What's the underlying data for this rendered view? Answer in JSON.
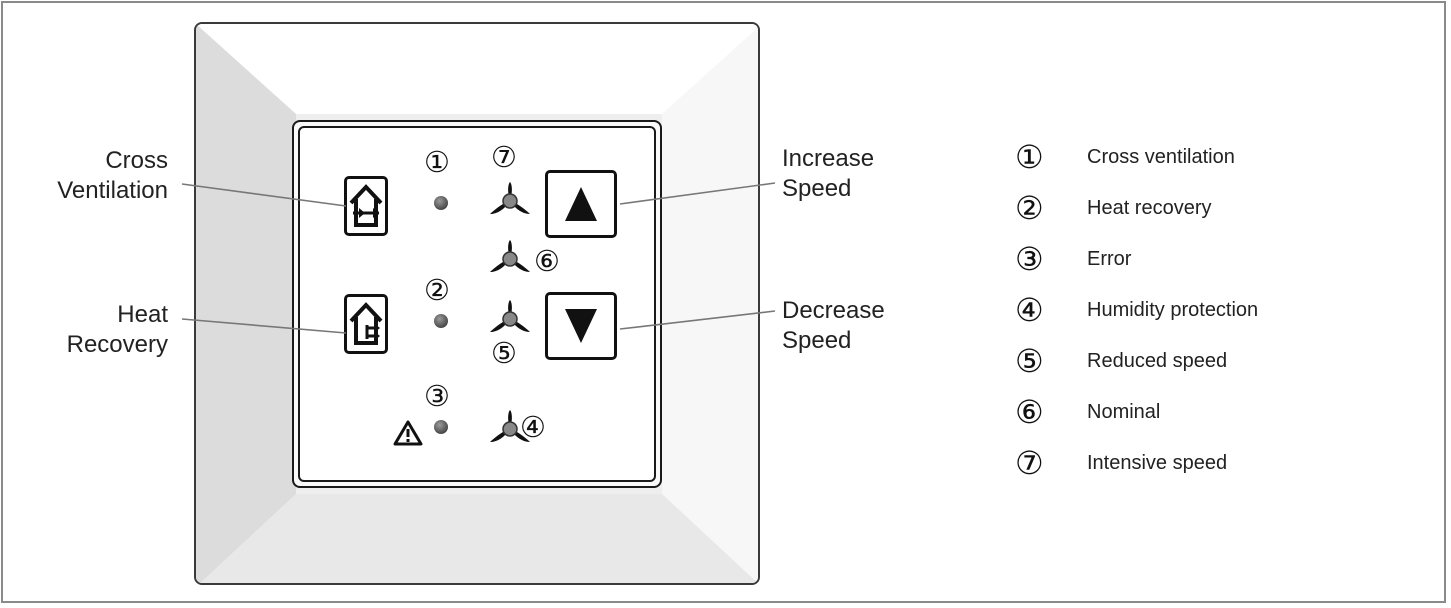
{
  "callouts": {
    "cross_ventilation": [
      "Cross",
      "Ventilation"
    ],
    "heat_recovery": [
      "Heat",
      "Recovery"
    ],
    "increase_speed": [
      "Increase",
      "Speed"
    ],
    "decrease_speed": [
      "Decrease",
      "Speed"
    ]
  },
  "panel_numbers": {
    "n1": "①",
    "n2": "②",
    "n3": "③",
    "n4": "④",
    "n5": "⑤",
    "n6": "⑥",
    "n7": "⑦"
  },
  "legend": [
    {
      "symbol": "①",
      "label": "Cross ventilation"
    },
    {
      "symbol": "②",
      "label": "Heat recovery"
    },
    {
      "symbol": "③",
      "label": "Error"
    },
    {
      "symbol": "④",
      "label": "Humidity protection"
    },
    {
      "symbol": "⑤",
      "label": "Reduced speed"
    },
    {
      "symbol": "⑥",
      "label": "Nominal"
    },
    {
      "symbol": "⑦",
      "label": "Intensive speed"
    }
  ],
  "icons": {
    "cross_vent_button": "house-cross-arrows-icon",
    "heat_recovery_button": "house-exchange-arrows-icon",
    "increase_button": "triangle-up-icon",
    "decrease_button": "triangle-down-icon",
    "error": "warning-icon",
    "fan": "fan-icon",
    "led": "status-led"
  }
}
